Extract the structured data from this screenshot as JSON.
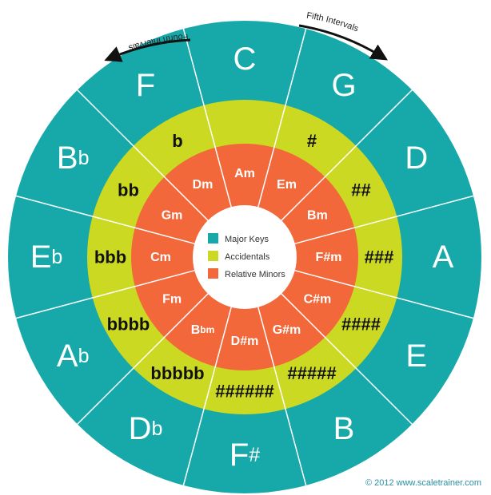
{
  "colors": {
    "major": "#17a9a9",
    "accidental": "#ccd922",
    "minor": "#f2683a",
    "center": "#ffffff",
    "divider": "#ffffff"
  },
  "arrows": {
    "fourth": "Fourth Intervals",
    "fifth": "Fifth Intervals"
  },
  "segments": [
    {
      "major": "C",
      "major_acc": "",
      "minor": "Am",
      "minor_acc": "",
      "accidentals": ""
    },
    {
      "major": "G",
      "major_acc": "",
      "minor": "Em",
      "minor_acc": "",
      "accidentals": "#"
    },
    {
      "major": "D",
      "major_acc": "",
      "minor": "Bm",
      "minor_acc": "",
      "accidentals": "##"
    },
    {
      "major": "A",
      "major_acc": "",
      "minor": "F#m",
      "minor_acc": "",
      "accidentals": "###"
    },
    {
      "major": "E",
      "major_acc": "",
      "minor": "C#m",
      "minor_acc": "",
      "accidentals": "####"
    },
    {
      "major": "B",
      "major_acc": "",
      "minor": "G#m",
      "minor_acc": "",
      "accidentals": "#####"
    },
    {
      "major": "F",
      "major_acc": "#",
      "minor": "D#m",
      "minor_acc": "",
      "accidentals": "######"
    },
    {
      "major": "D",
      "major_acc": "b",
      "minor": "B",
      "minor_acc": "bm",
      "accidentals": "bbbbb"
    },
    {
      "major": "A",
      "major_acc": "b",
      "minor": "Fm",
      "minor_acc": "",
      "accidentals": "bbbb"
    },
    {
      "major": "E",
      "major_acc": "b",
      "minor": "Cm",
      "minor_acc": "",
      "accidentals": "bbb"
    },
    {
      "major": "B",
      "major_acc": "b",
      "minor": "Gm",
      "minor_acc": "",
      "accidentals": "bb"
    },
    {
      "major": "F",
      "major_acc": "",
      "minor": "Dm",
      "minor_acc": "",
      "accidentals": "b"
    }
  ],
  "legend": [
    {
      "label": "Major Keys",
      "color": "#17a9a9"
    },
    {
      "label": "Accidentals",
      "color": "#ccd922"
    },
    {
      "label": "Relative Minors",
      "color": "#f2683a"
    }
  ],
  "copyright": "© 2012 www.scaletrainer.com"
}
